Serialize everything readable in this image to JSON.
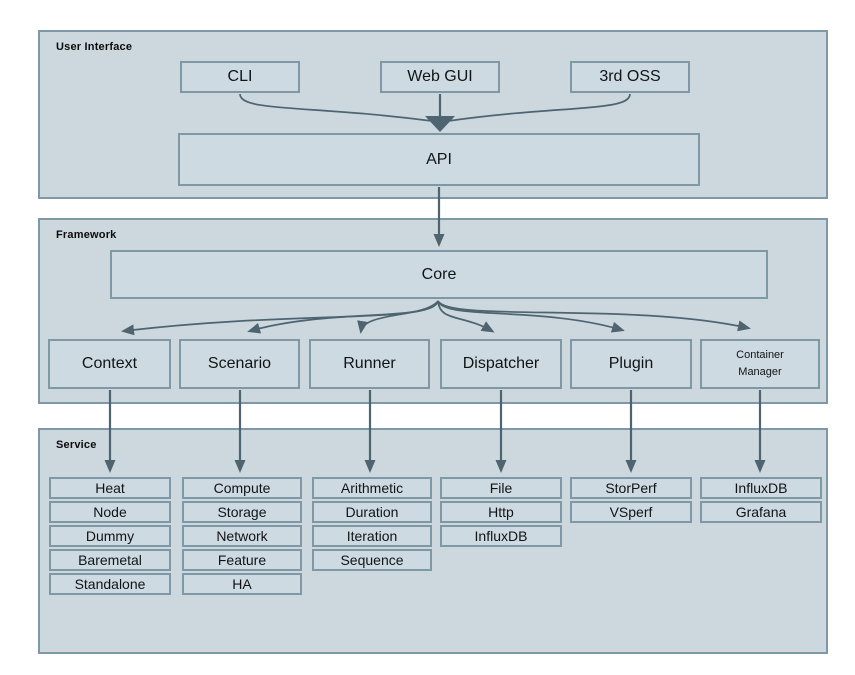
{
  "user_interface": {
    "label": "User Interface",
    "cli": "CLI",
    "web_gui": "Web GUI",
    "third_oss": "3rd OSS",
    "api": "API"
  },
  "framework": {
    "label": "Framework",
    "core": "Core",
    "modules": [
      "Context",
      "Scenario",
      "Runner",
      "Dispatcher",
      "Plugin",
      "Container Manager"
    ]
  },
  "service": {
    "label": "Service",
    "stacks": [
      [
        "Heat",
        "Node",
        "Dummy",
        "Baremetal",
        "Standalone"
      ],
      [
        "Compute",
        "Storage",
        "Network",
        "Feature",
        "HA"
      ],
      [
        "Arithmetic",
        "Duration",
        "Iteration",
        "Sequence"
      ],
      [
        "File",
        "Http",
        "InfluxDB"
      ],
      [
        "StorPerf",
        "VSperf"
      ],
      [
        "InfluxDB",
        "Grafana"
      ]
    ]
  },
  "colors": {
    "panel_fill": "#ccd8de",
    "box_fill": "#cedae1",
    "border": "#7e98a6",
    "arrow": "#4e6470"
  }
}
